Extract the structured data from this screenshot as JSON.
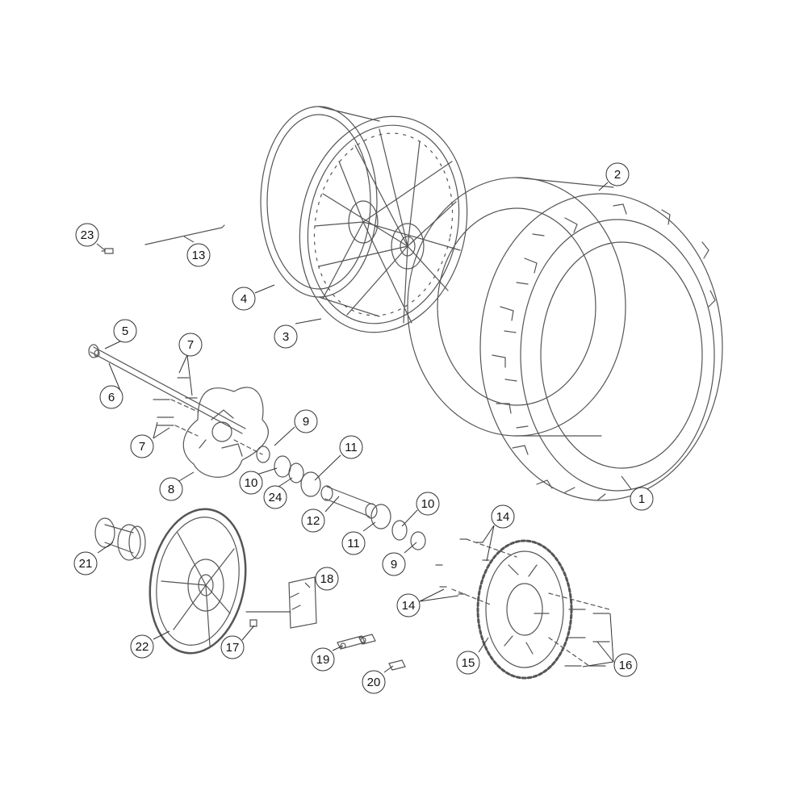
{
  "colors": {
    "line": "#555555",
    "leader": "#333333",
    "circle_fill": "#ffffff",
    "background": "#ffffff"
  },
  "callouts": [
    "1",
    "2",
    "3",
    "4",
    "5",
    "6",
    "7",
    "7",
    "8",
    "9",
    "10",
    "24",
    "11",
    "12",
    "11",
    "10",
    "9",
    "14",
    "14",
    "15",
    "16",
    "21",
    "22",
    "17",
    "18",
    "19",
    "20",
    "23",
    "13"
  ]
}
